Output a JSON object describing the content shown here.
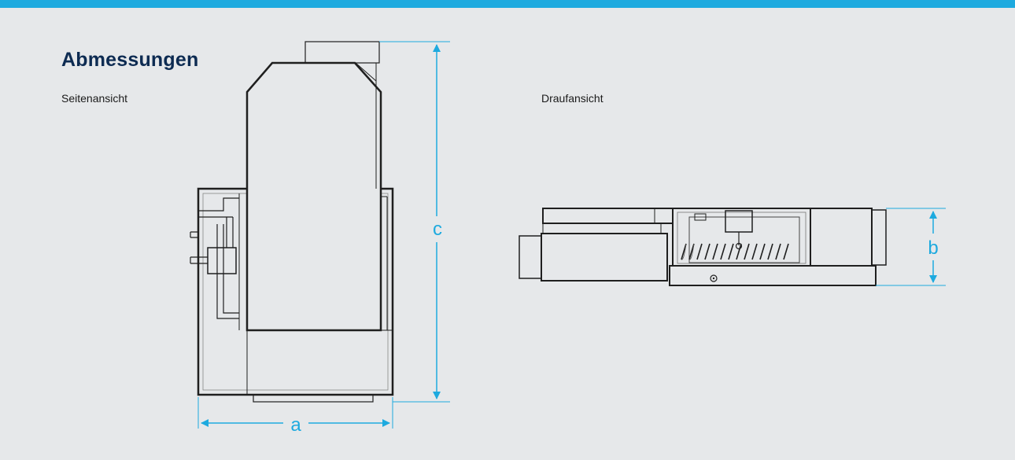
{
  "header": {
    "title": "Abmessungen"
  },
  "views": {
    "side": {
      "label": "Seitenansicht"
    },
    "top": {
      "label": "Draufansicht"
    }
  },
  "dimensions": {
    "a": "a",
    "b": "b",
    "c": "c"
  },
  "colors": {
    "accent": "#1eaadf",
    "title": "#0d2b52",
    "background": "#e6e8ea",
    "line": "#1f1f1f"
  }
}
